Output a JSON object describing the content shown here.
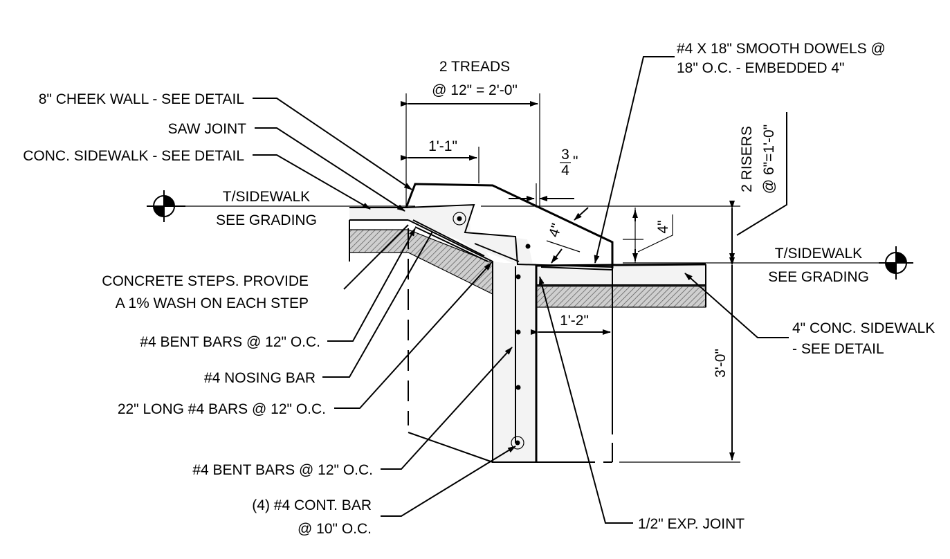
{
  "labels": {
    "cheek_wall": "8\" CHEEK WALL - SEE DETAIL",
    "saw_joint": "SAW JOINT",
    "conc_sidewalk_left": "CONC. SIDEWALK - SEE DETAIL",
    "t_sidewalk_left": "T/SIDEWALK",
    "see_grading_left": "SEE GRADING",
    "concrete_steps_1": "CONCRETE STEPS. PROVIDE",
    "concrete_steps_2": "A 1% WASH ON EACH STEP",
    "bent_bars_upper": "#4 BENT BARS @ 12\" O.C.",
    "nosing_bar": "#4 NOSING BAR",
    "long_bars": "22\" LONG #4 BARS @ 12\" O.C.",
    "bent_bars_lower": "#4 BENT BARS @ 12\" O.C.",
    "cont_bar_1": "(4) #4 CONT. BAR",
    "cont_bar_2": "@ 10\" O.C.",
    "treads_1": "2 TREADS",
    "treads_2": "@ 12\" = 2'-0\"",
    "dim_1_1": "1'-1\"",
    "frac_num": "3",
    "frac_den": "4",
    "frac_in": "\"",
    "dowels_1": "#4 X 18\" SMOOTH DOWELS @",
    "dowels_2": "18\" O.C. - EMBEDDED 4\"",
    "risers_1": "2 RISERS",
    "risers_2": "@ 6\"=1'-0\"",
    "dim_4_a": "4\"",
    "dim_4_b": "4\"",
    "t_sidewalk_right": "T/SIDEWALK",
    "see_grading_right": "SEE GRADING",
    "dim_1_2": "1'-2\"",
    "conc_sidewalk_right_1": "4\" CONC. SIDEWALK",
    "conc_sidewalk_right_2": "- SEE DETAIL",
    "dim_3_0": "3'-0\"",
    "exp_joint": "1/2\" EXP. JOINT"
  },
  "icons": {
    "elevation_marker_left": "elevation-marker-icon",
    "elevation_marker_right": "elevation-marker-icon"
  },
  "colors": {
    "line": "#000000",
    "concrete": "#f3f3f3",
    "background": "#ffffff"
  }
}
